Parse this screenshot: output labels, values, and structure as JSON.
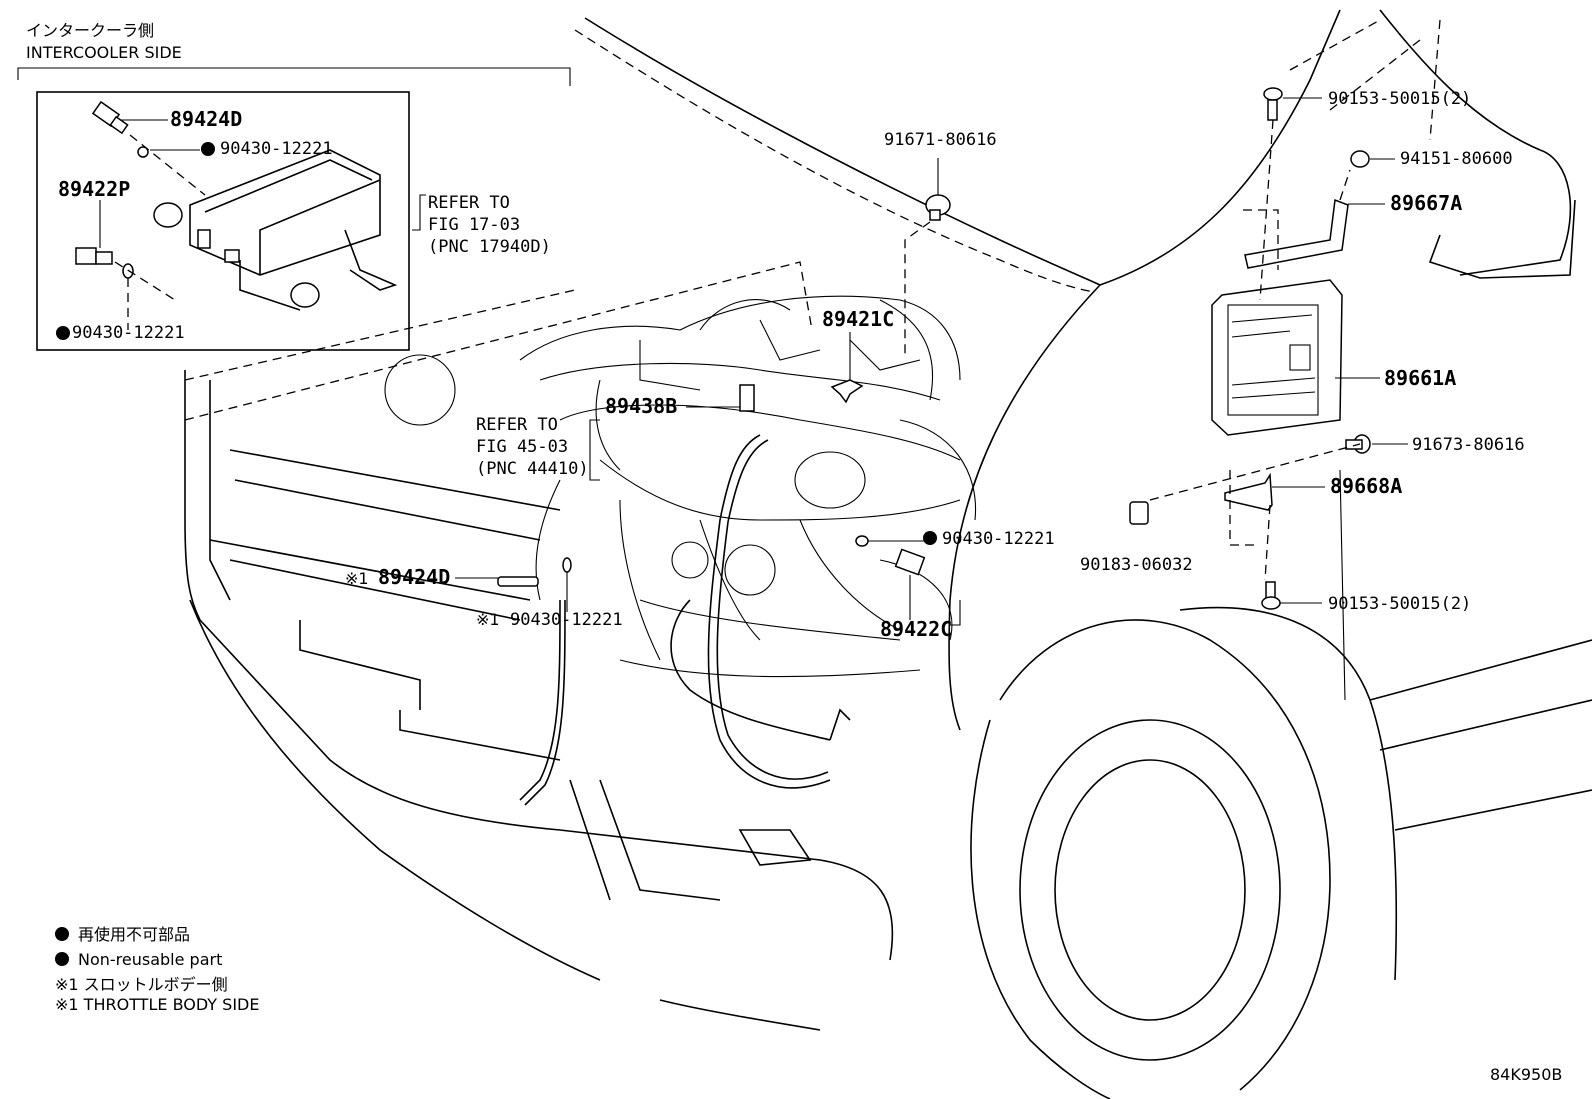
{
  "header": {
    "side_jp": "インタークーラ側",
    "side_en": "INTERCOOLER SIDE"
  },
  "refs": {
    "ref1": [
      "REFER TO",
      "FIG 17-03",
      "(PNC 17940D)"
    ],
    "ref2": [
      "REFER TO",
      "FIG 45-03",
      "(PNC 44410)"
    ]
  },
  "parts": {
    "p89424d_top": "89424D",
    "p90430_a": "90430-12221",
    "p89422p": "89422P",
    "p90430_b": "90430-12221",
    "p91671": "91671-80616",
    "p89421c": "89421C",
    "p89438b": "89438B",
    "p90430_c": "90430-12221",
    "p89424d_mid": "89424D",
    "p90430_d": "90430-12221",
    "p89422c": "89422C",
    "p90153_top": "90153-50015(2)",
    "p94151": "94151-80600",
    "p89667a": "89667A",
    "p89661a": "89661A",
    "p91673": "91673-80616",
    "p89668a": "89668A",
    "p90183": "90183-06032",
    "p90153_bot": "90153-50015(2)"
  },
  "marks": {
    "throttle_mark": "※1"
  },
  "legend": {
    "nonreuse_jp": "再使用不可部品",
    "nonreuse_en": "Non-reusable part",
    "throttle_jp": "※1 スロットルボデー側",
    "throttle_en": "※1 THROTTLE BODY SIDE"
  },
  "figure_code": "84K950B"
}
